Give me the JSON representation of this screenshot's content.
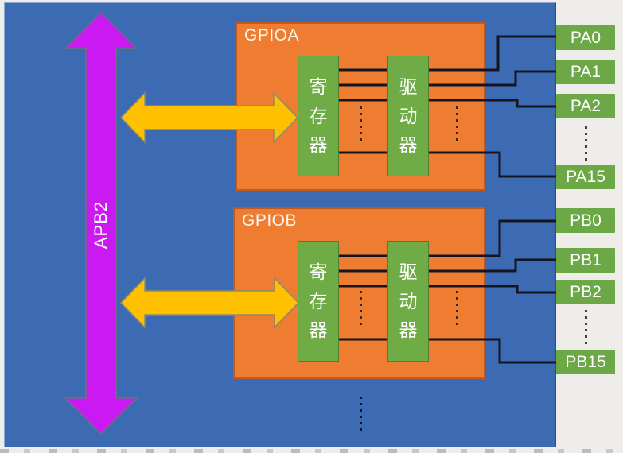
{
  "bus": {
    "label": "APB2"
  },
  "gpioa": {
    "title": "GPIOA",
    "register": "寄\n存\n器",
    "driver": "驱\n动\n器"
  },
  "gpiob": {
    "title": "GPIOB",
    "register": "寄\n存\n器",
    "driver": "驱\n动\n器"
  },
  "pins": {
    "a": [
      "PA0",
      "PA1",
      "PA2",
      "PA15"
    ],
    "b": [
      "PB0",
      "PB1",
      "PB2",
      "PB15"
    ]
  },
  "colors": {
    "canvas_blue": "#3D6BB3",
    "block_orange": "#EE7D31",
    "block_green": "#6FAC46",
    "pin_green": "#6CA845",
    "bus_magenta": "#CB19F2",
    "arrow_gold": "#FFC000",
    "line_black": "#15151F",
    "page_gray": "#EFEDEA",
    "text_white": "#FFFFFF"
  }
}
